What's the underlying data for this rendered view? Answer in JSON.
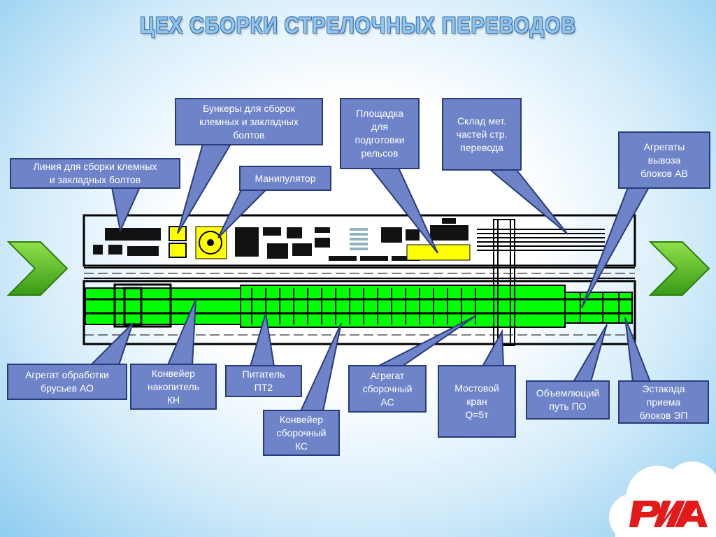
{
  "title": "ЦЕХ СБОРКИ СТРЕЛОЧНЫХ ПЕРЕВОДОВ",
  "callouts": {
    "bunkers": "Бункеры для сборок\nклемных и закладных\nболтов",
    "line": "Линия для сборки клемных\nи закладных болтов",
    "manipulator": "Манипулятор",
    "platform": "Площадка\nдля\nподготовки\nрельсов",
    "warehouse": "Склад мет.\nчастей стр.\nперевода",
    "export_units": "Агрегаты\nвывоза\nблоков АВ",
    "ao": "Агрегат обработки\nбрусьев АО",
    "kn": "Конвейер\nнакопитель\nКН",
    "pt2": "Питатель\nПТ2",
    "ks": "Конвейер\nсборочный\nКС",
    "as": "Агрегат\nсборочный\nАС",
    "crane": "Мостовой\nкран\nQ=5т",
    "po": "Объемлющий\nпуть ПО",
    "ep": "Эстакада\nприема\nблоков ЭП"
  },
  "colors": {
    "callout_fill": "#6f83c9",
    "callout_border": "#283b7a",
    "conveyor_green": "#00ff00",
    "yellow": "#ffff00",
    "arrow_green": "#5ab82a",
    "logo_red": "#e21a1a"
  },
  "icons": {
    "prev": "chevron-left-icon",
    "next": "chevron-right-icon",
    "logo": "rzd-logo"
  }
}
